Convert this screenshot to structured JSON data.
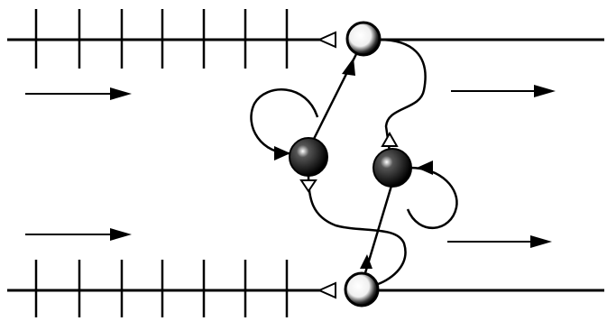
{
  "diagram": {
    "background": "#ffffff",
    "ink": "#000000",
    "top_track": {
      "ticks": 7
    },
    "bottom_track": {
      "ticks": 7
    },
    "flow_arrows": [
      "flow-arrow-upper-left",
      "flow-arrow-lower-left",
      "flow-arrow-upper-right",
      "flow-arrow-lower-right"
    ],
    "nodes": [
      {
        "id": "top-anchor",
        "style": "open"
      },
      {
        "id": "bottom-anchor",
        "style": "open"
      },
      {
        "id": "left-inner",
        "style": "filled"
      },
      {
        "id": "right-inner",
        "style": "filled"
      }
    ]
  }
}
